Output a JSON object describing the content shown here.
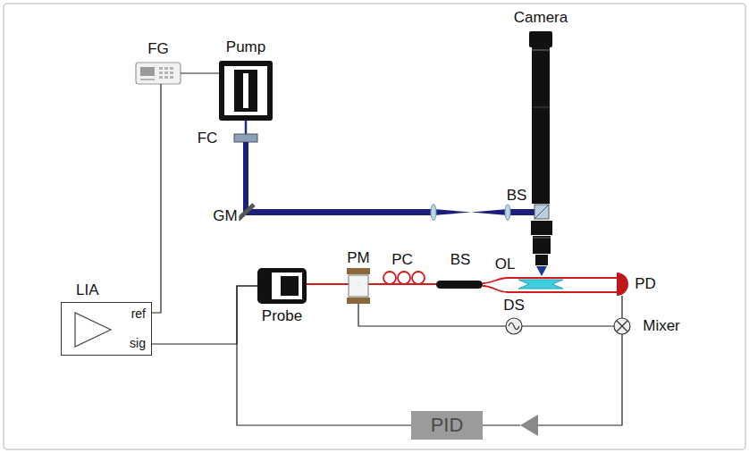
{
  "diagram": {
    "nodes": [
      {
        "text": [
          "FG"
        ]
      },
      {
        "text": [
          "Pump"
        ]
      },
      {
        "text": [
          "Camera"
        ]
      },
      {
        "text": [
          "Probe"
        ]
      },
      {
        "text": [
          "LIA",
          "ref",
          "sig"
        ]
      },
      {
        "text": [
          "PID"
        ]
      }
    ],
    "edges": [
      {
        "from": 0,
        "to": 1,
        "arrow": "none"
      },
      {
        "from": 0,
        "to": 4,
        "arrow": "none"
      },
      {
        "from": 4,
        "to": 3,
        "arrow": "none"
      },
      {
        "from": 5,
        "to": 3,
        "arrow": "none"
      }
    ],
    "labels": [
      "FC",
      "GM",
      "BS",
      "OL",
      "PC",
      "BS",
      "PM",
      "PD",
      "DS",
      "Mixer"
    ]
  }
}
